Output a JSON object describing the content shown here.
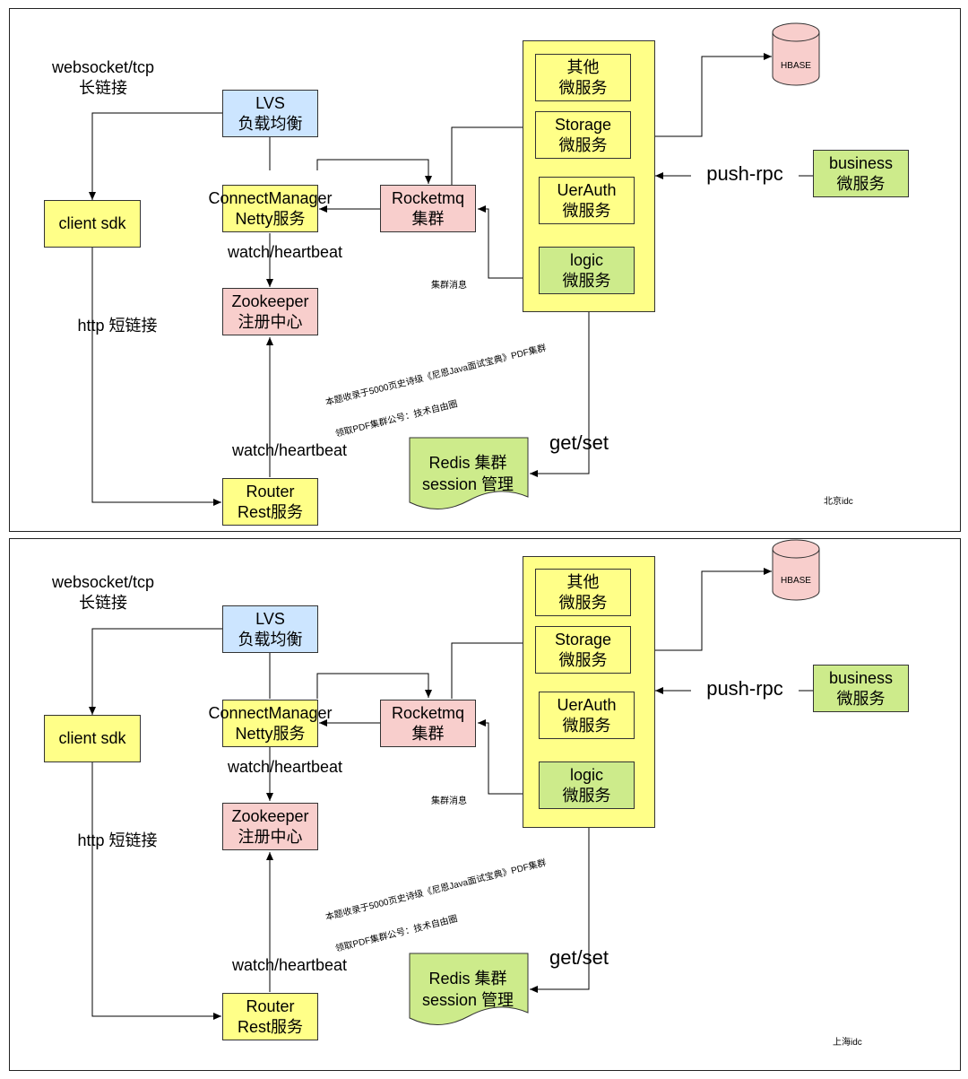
{
  "panels": [
    {
      "idc_label": "北京idc",
      "nodes": {
        "client_sdk": "client sdk",
        "lvs": "LVS\n负载均衡",
        "connect_manager": "ConnectManager\nNetty服务",
        "zookeeper": "Zookeeper\n注册中心",
        "router": "Router\nRest服务",
        "rocketmq": "Rocketmq\n集群",
        "other_service": "其他\n微服务",
        "storage_service": "Storage\n微服务",
        "uerauth_service": "UerAuth\n微服务",
        "logic_service": "logic\n微服务",
        "business_service": "business\n微服务",
        "hbase": "HBASE",
        "redis": "Redis 集群\nsession 管理"
      },
      "labels": {
        "websocket": "websocket/tcp\n长链接",
        "http": "http 短链接",
        "watch_top": "watch/heartbeat",
        "watch_bottom": "watch/heartbeat",
        "cluster_msg": "集群消息",
        "push_rpc": "push-rpc",
        "get_set": "get/set",
        "note_line1": "本题收录于5000页史诗级《尼恩Java面试宝典》PDF集群",
        "note_line2": "领取PDF集群公号：技术自由圈"
      }
    },
    {
      "idc_label": "上海idc",
      "nodes": {
        "client_sdk": "client sdk",
        "lvs": "LVS\n负载均衡",
        "connect_manager": "ConnectManager\nNetty服务",
        "zookeeper": "Zookeeper\n注册中心",
        "router": "Router\nRest服务",
        "rocketmq": "Rocketmq\n集群",
        "other_service": "其他\n微服务",
        "storage_service": "Storage\n微服务",
        "uerauth_service": "UerAuth\n微服务",
        "logic_service": "logic\n微服务",
        "business_service": "business\n微服务",
        "hbase": "HBASE",
        "redis": "Redis 集群\nsession 管理"
      },
      "labels": {
        "websocket": "websocket/tcp\n长链接",
        "http": "http 短链接",
        "watch_top": "watch/heartbeat",
        "watch_bottom": "watch/heartbeat",
        "cluster_msg": "集群消息",
        "push_rpc": "push-rpc",
        "get_set": "get/set",
        "note_line1": "本题收录于5000页史诗级《尼恩Java面试宝典》PDF集群",
        "note_line2": "领取PDF集群公号：技术自由圈"
      }
    }
  ],
  "colors": {
    "yellow": "#ffff88",
    "blue": "#cce5ff",
    "pink": "#f8cecc",
    "green": "#cdeb8b"
  }
}
